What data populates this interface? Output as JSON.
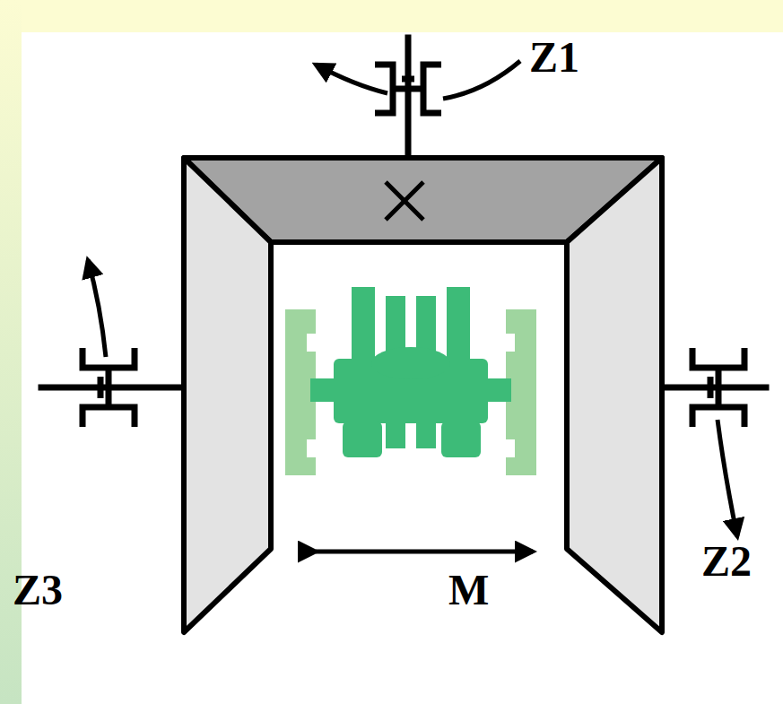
{
  "diagram": {
    "labels": [
      "Z1",
      "Z3",
      "Z2",
      "M"
    ]
  }
}
